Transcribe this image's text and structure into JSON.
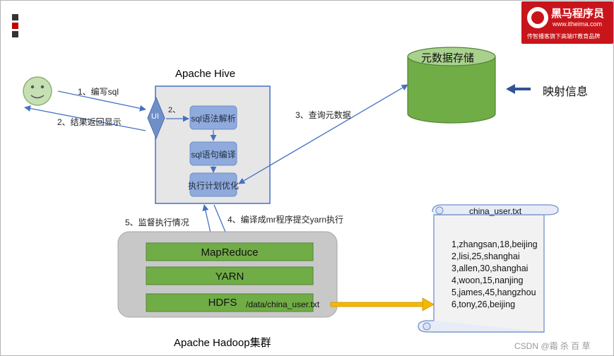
{
  "logo": {
    "brand": "黑马程序员",
    "url": "www.itheima.com",
    "slogan": "传智播客旗下高端IT教育品牌"
  },
  "hive": {
    "title": "Apache Hive",
    "ui_label": "UI",
    "steps": [
      "sql语法解析",
      "sql语句编译",
      "执行计划优化"
    ]
  },
  "metastore": {
    "label": "元数据存储"
  },
  "mapping_label": "映射信息",
  "arrows": {
    "write_sql": "1、编写sql",
    "return_result": "2、结果返回显示",
    "step2": "2、",
    "query_meta": "3、查询元数据",
    "compile_submit": "4、编译成mr程序提交yarn执行",
    "monitor": "5、监督执行情况"
  },
  "hadoop": {
    "title": "Apache Hadoop集群",
    "layers": [
      "MapReduce",
      "YARN",
      "HDFS"
    ],
    "file_path": "/data/china_user.txt"
  },
  "scroll": {
    "title": "china_user.txt",
    "lines": [
      "1,zhangsan,18,beijing",
      "2,lisi,25,shanghai",
      "3,allen,30,shanghai",
      "4,woon,15,nanjing",
      "5,james,45,hangzhou",
      "6,tony,26,beijing"
    ]
  },
  "watermark": "CSDN @霜 杀 百 草",
  "colors": {
    "hive_box": "#e6e6e6",
    "step_box": "#8faadc",
    "diamond": "#6f8fc9",
    "green": "#70ad47",
    "green_dark": "#548235",
    "hadoop_box": "#c8c8c8",
    "arrow_blue": "#4472c4",
    "file_arrow": "#f5b800",
    "logo_red": "#c8151b"
  }
}
